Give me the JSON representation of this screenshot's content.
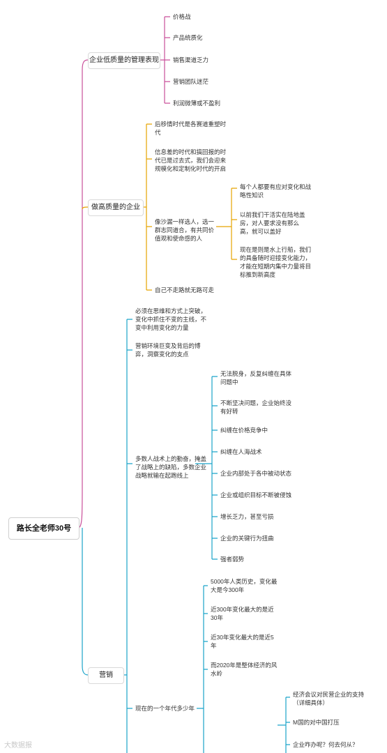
{
  "root": "路长全老师30号",
  "branches": {
    "b1": {
      "label": "企业低质量的管理表现",
      "items": [
        "价格战",
        "产品统质化",
        "销售渠道乏力",
        "营销团队迷茫",
        "利润微薄或不盈利"
      ]
    },
    "b2": {
      "label": "做高质量的企业",
      "items": [
        "后移情时代是各赛道重塑时代",
        "信息差的时代和搞回报的时代已是过去式，我们会迎来规模化和定制化时代的开启",
        "像沙漏一样选人，选一群志同道合，有共同价值观和使命感的人",
        "自己不走路就无路可走"
      ],
      "sub": [
        "每个人都要有应对变化和战略性知识",
        "以前我们干活实在陆地盖房，对人要求没有那么高，就可以盖好",
        "现在是则是水上行船，我们的具备随时迎接变化能力，才能在短期内集中力量将目标推到新高度"
      ]
    },
    "b3": {
      "label": "营销",
      "items": [
        "必须在思维和方式上突破，变化中抓住不变的主线，不变中利用变化的力量",
        "营销环境巨变及背后的博弈，洞察变化的支点",
        "多数人战术上的勤奋，掩盖了战略上的缺陷，多数企业战略就输在起跑线上",
        "现在的一个年代多少年"
      ],
      "sub_tactics": [
        "无法脱身，反复纠缠在具体问题中",
        "不断坚决问题，企业始终没有好转",
        "纠缠在价格竞争中",
        "纠缠在人海战术",
        "企业内部处于各中被动状态",
        "企业或组织目标不断被侵蚀",
        "增长乏力，甚至亏损",
        "企业的关键行为扭曲",
        "强者弱势"
      ],
      "sub_era": [
        "5000年人类历史，变化最大是今300年",
        "近300年变化最大的是近30年",
        "近30年变化最大的是近5年",
        "而2020年是整体经济的风水岭"
      ],
      "sub_2020": [
        "经济会议对民营企业的支持（详细具体）",
        "M国的对中国打压",
        "企业咋办呢？何去何从？"
      ]
    }
  },
  "watermark": "大数据报",
  "colors": {
    "branch1": "#c94f9a",
    "branch2": "#e6a400",
    "branch3": "#1aa3c9"
  }
}
